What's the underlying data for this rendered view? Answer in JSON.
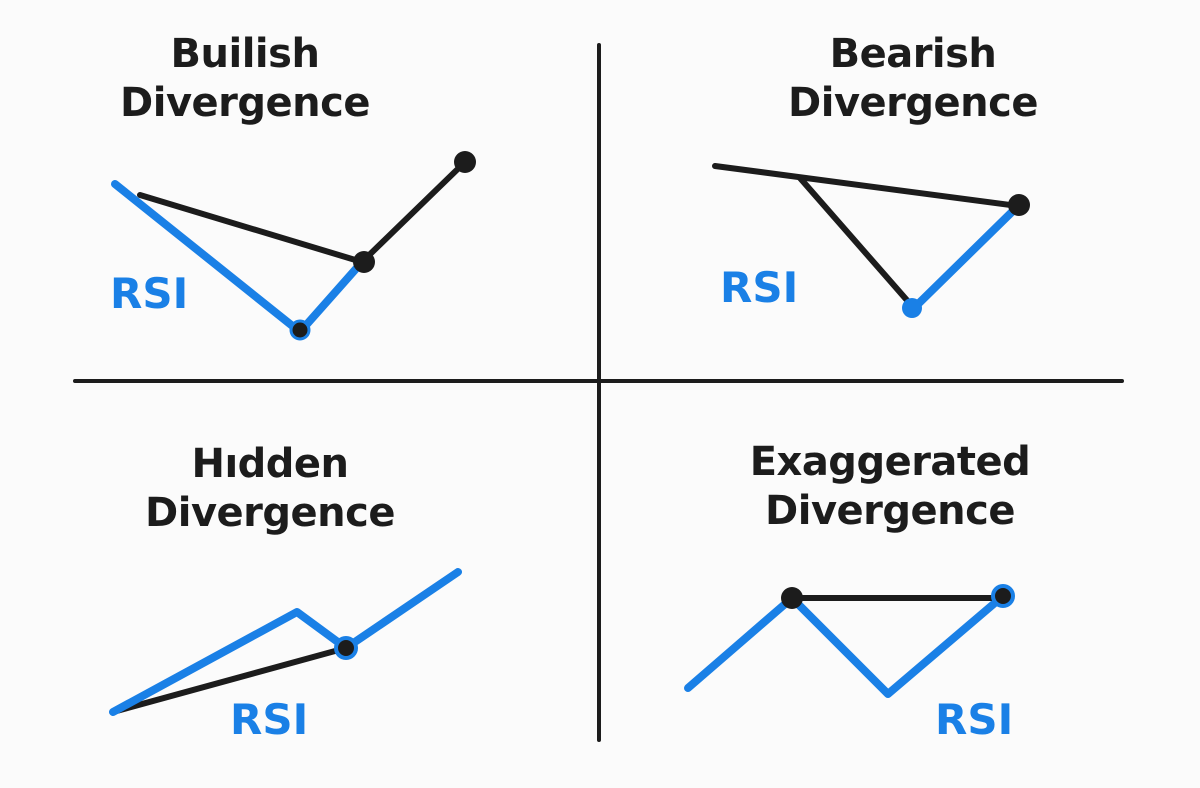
{
  "colors": {
    "background": "#fbfbfb",
    "price_line": "#1c1c1c",
    "rsi_line": "#1a80e6",
    "divider": "#1c1c1c"
  },
  "quadrants": [
    {
      "title_line1": "Builish",
      "title_line2": "Divergence",
      "rsi_label": "RSI"
    },
    {
      "title_line1": "Bearish",
      "title_line2": "Divergence",
      "rsi_label": "RSI"
    },
    {
      "title_line1": "Hıdden",
      "title_line2": "Divergence",
      "rsi_label": "RSI"
    },
    {
      "title_line1": "Exaggerated",
      "title_line2": "Divergence",
      "rsi_label": "RSI"
    }
  ]
}
